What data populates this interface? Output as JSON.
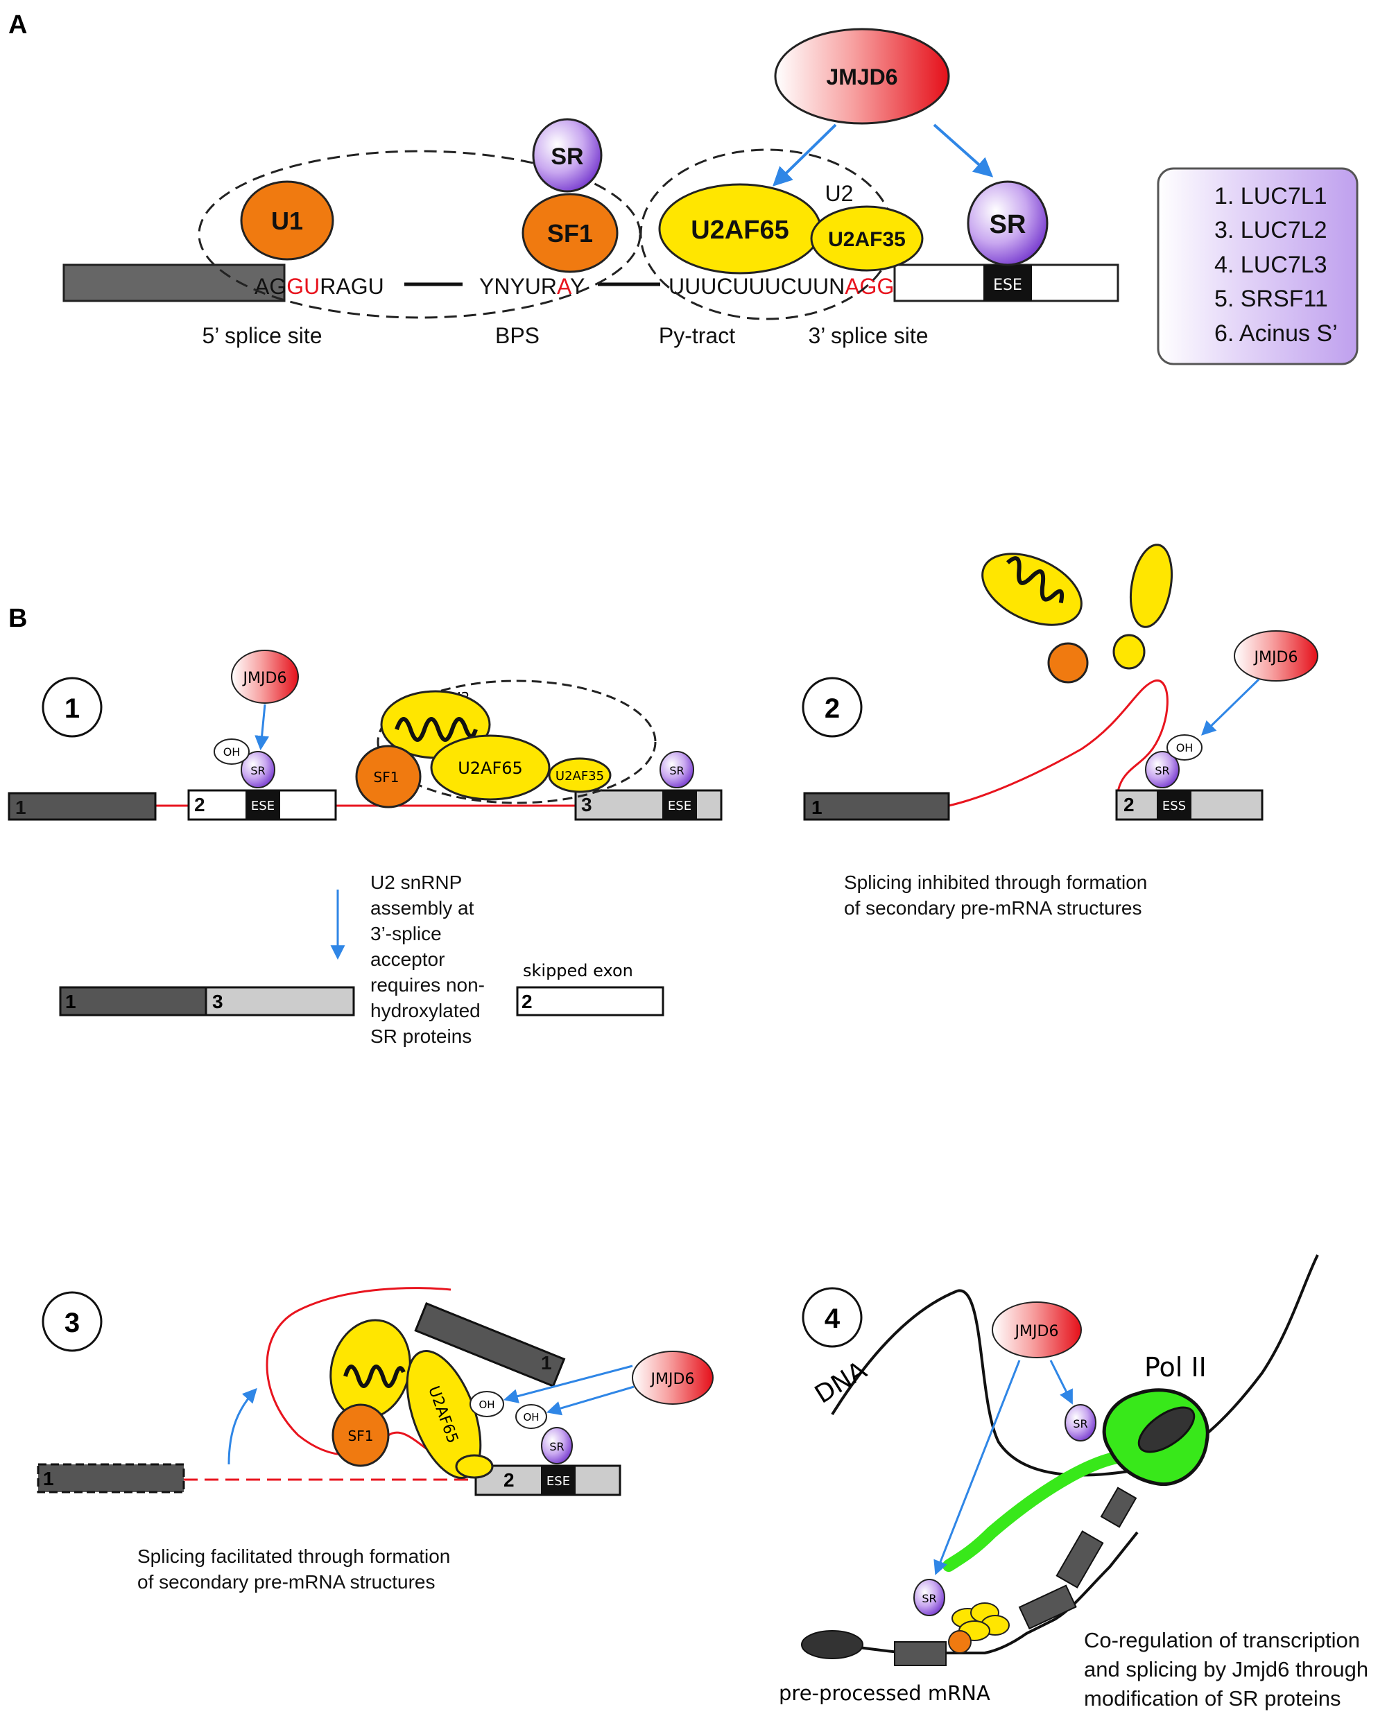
{
  "panel_a": {
    "label": "A",
    "proteins": {
      "jmjd6": "JMJD6",
      "sr_top": "SR",
      "u1": "U1",
      "sf1": "SF1",
      "u2": "U2",
      "u2af65": "U2AF65",
      "u2af35": "U2AF35",
      "sr_right": "SR"
    },
    "sequence": {
      "ag": "AG",
      "gu": "GU",
      "ragu": "RAGU",
      "ynyur": "YNYUR",
      "a": "A",
      "y": "Y",
      "py_seq": "UUUCUUUCUUN",
      "agg": "AGG"
    },
    "ese": "ESE",
    "site_labels": [
      "5’ splice site",
      "BPS",
      "Py-tract",
      "3’ splice site"
    ],
    "target_list": [
      "1. LUC7L1",
      "3. LUC7L2",
      "4. LUC7L3",
      "5. SRSF11",
      "6. Acinus S’"
    ]
  },
  "panel_b": {
    "label": "B",
    "s1": {
      "num": "1",
      "jmjd6": "JMJD6",
      "oh": "OH",
      "sr": "SR",
      "sr2": "SR",
      "u2": "U2",
      "sf1": "SF1",
      "u2af65": "U2AF65",
      "u2af35": "U2AF35",
      "exon1": "1",
      "exon2": "2",
      "exon3": "3",
      "ese1": "ESE",
      "ese2": "ESE",
      "caption": [
        "U2 snRNP",
        "assembly at",
        "3’-splice",
        "acceptor",
        "requires non-",
        "hydroxylated",
        "SR proteins"
      ],
      "product_exon1": "1",
      "product_exon3": "3",
      "skipped_label": "skipped exon",
      "skipped_exon": "2"
    },
    "s2": {
      "num": "2",
      "jmjd6": "JMJD6",
      "oh": "OH",
      "sr": "SR",
      "exon1": "1",
      "exon2": "2",
      "ess": "ESS",
      "caption": [
        "Splicing inhibited through formation",
        "of secondary pre-mRNA structures"
      ]
    },
    "s3": {
      "num": "3",
      "jmjd6": "JMJD6",
      "oh1": "OH",
      "oh2": "OH",
      "sr": "SR",
      "sf1": "SF1",
      "u2af65": "U2AF65",
      "exon1_ghost": "1",
      "exon1_moved": "1",
      "exon2": "2",
      "ese": "ESE",
      "caption": [
        "Splicing facilitated through formation",
        "of secondary pre-mRNA structures"
      ]
    },
    "s4": {
      "num": "4",
      "dna": "DNA",
      "jmjd6": "JMJD6",
      "pol": "Pol II",
      "sr1": "SR",
      "sr2": "SR",
      "mrna": "pre-processed mRNA",
      "caption": [
        "Co-regulation of transcription",
        "and splicing by Jmjd6 through",
        "modification of SR proteins"
      ]
    }
  },
  "colors": {
    "orange": "#F07A10",
    "yellow": "#FFE600",
    "purple": "#A77BE0",
    "red": "#E8141E",
    "blue_arrow": "#2F86E6",
    "green": "#38E81A",
    "dark_grey": "#555555",
    "light_grey": "#CCCCCC",
    "list_box": "#D8C4F2"
  }
}
